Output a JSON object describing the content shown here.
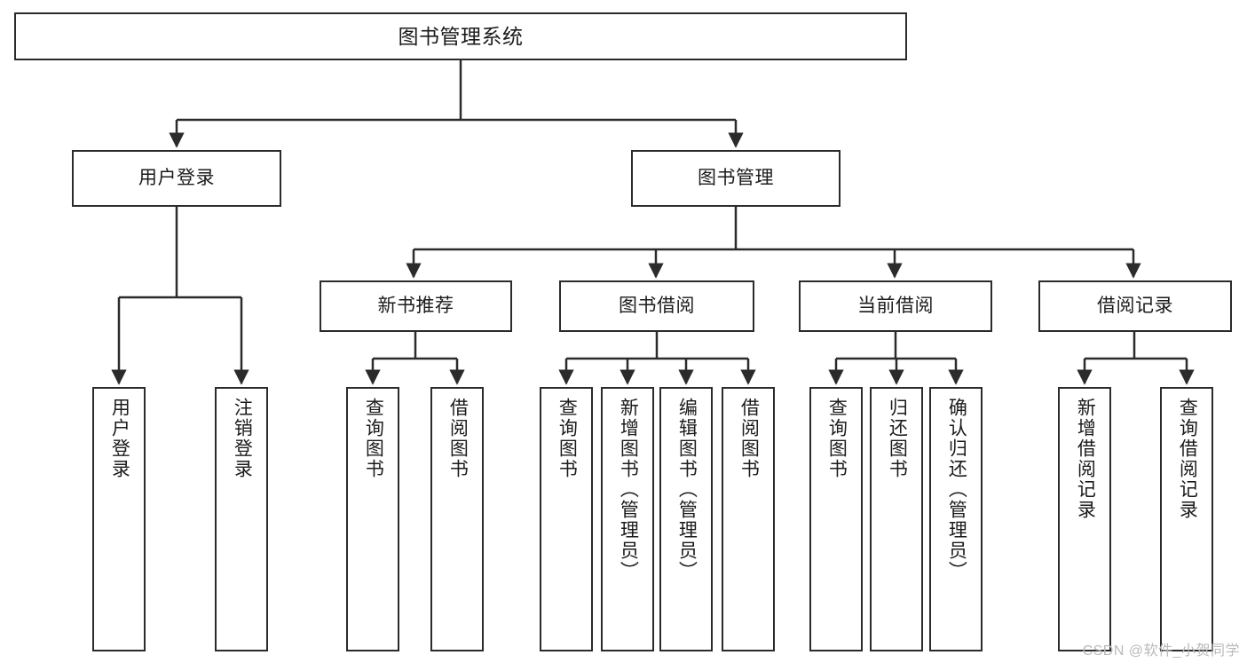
{
  "diagram": {
    "title": "图书管理系统",
    "type": "functional-structure-tree",
    "background_color": "#ffffff",
    "line_color": "#2b2b2b",
    "text_color": "#1b1b1b",
    "watermark": "CSDN @软件_小贺同学",
    "nodes": {
      "root": {
        "label": "图书管理系统"
      },
      "level1": [
        {
          "label": "用户登录"
        },
        {
          "label": "图书管理"
        }
      ],
      "level2": [
        {
          "label": "新书推荐"
        },
        {
          "label": "图书借阅"
        },
        {
          "label": "当前借阅"
        },
        {
          "label": "借阅记录"
        }
      ],
      "leaves": {
        "user_login": [
          {
            "label": "用户登录"
          },
          {
            "label": "注销登录"
          }
        ],
        "new_book_recommend": [
          {
            "label": "查询图书"
          },
          {
            "label": "借阅图书"
          }
        ],
        "book_borrow": [
          {
            "label": "查询图书"
          },
          {
            "label": "新增图书（管理员）"
          },
          {
            "label": "编辑图书（管理员）"
          },
          {
            "label": "借阅图书"
          }
        ],
        "current_borrow": [
          {
            "label": "查询图书"
          },
          {
            "label": "归还图书"
          },
          {
            "label": "确认归还（管理员）"
          }
        ],
        "borrow_record": [
          {
            "label": "新增借阅记录"
          },
          {
            "label": "查询借阅记录"
          }
        ]
      }
    }
  }
}
